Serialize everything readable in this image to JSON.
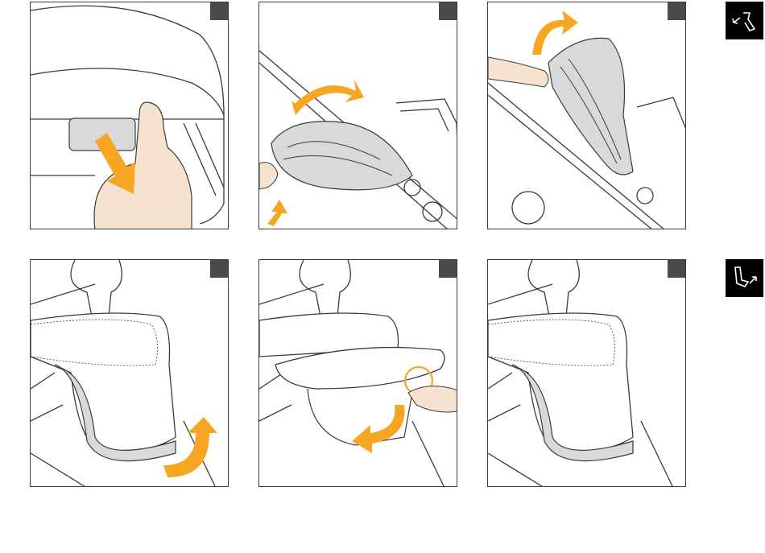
{
  "panels": [
    {
      "id": "p1",
      "step": ""
    },
    {
      "id": "p2",
      "step": ""
    },
    {
      "id": "p3",
      "step": ""
    },
    {
      "id": "p4",
      "step": ""
    },
    {
      "id": "p5",
      "step": ""
    },
    {
      "id": "p6",
      "step": ""
    }
  ],
  "icons": {
    "top": "fold-seat-icon",
    "bottom": "recline-seat-icon"
  },
  "colors": {
    "arrow": "#f6a623",
    "skin": "#f5e3cf",
    "fabric": "#d9d9d9",
    "frame": "#3a3a3a",
    "badge": "#4a4a4a"
  }
}
